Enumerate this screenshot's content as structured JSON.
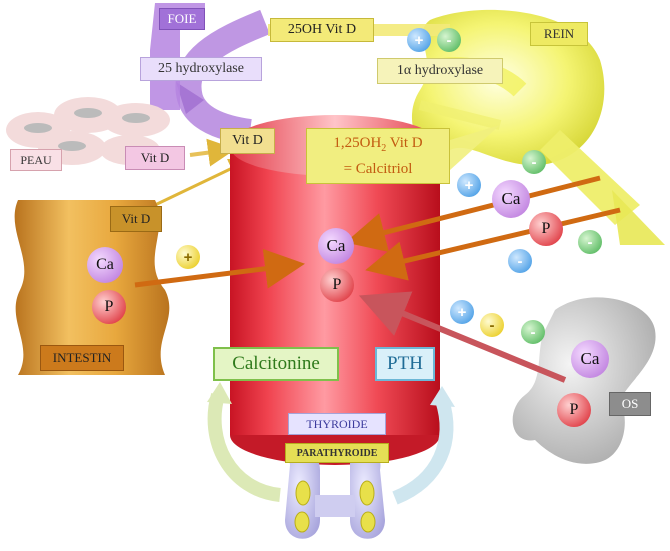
{
  "organs": {
    "foie": "FOIE",
    "rein": "REIN",
    "peau": "PEAU",
    "intestin": "INTESTIN",
    "os": "OS",
    "thyroide": "THYROIDE",
    "parathyroide": "PARATHYROIDE"
  },
  "molecules": {
    "hydroxy_25oh": "25OH Vit D",
    "vitd_peau": "Vit D",
    "vitd_top": "Vit D",
    "vitd_intestin": "Vit D",
    "calcitriol_line1_a": "1,25OH",
    "calcitriol_line1_sub": "2",
    "calcitriol_line1_b": " Vit D",
    "calcitriol_line2": "= Calcitriol"
  },
  "enzymes": {
    "hydroxylase_25": "25 hydroxylase",
    "hydroxylase_1a": "1α hydroxylase"
  },
  "hormones": {
    "calcitonine": "Calcitonine",
    "pth": "PTH"
  },
  "ions": {
    "ca": "Ca",
    "p": "P"
  },
  "signs": {
    "plus": "+",
    "minus": "-"
  },
  "colors": {
    "blood": "#f0434f",
    "liver": "#b07ad8",
    "kidney": "#f1f15e",
    "intestine": "#e3a43a",
    "bone": "#c8c8c8",
    "ca_ball": "#c98ae0",
    "p_ball": "#e0252e",
    "plus_ball": "#2f8fe0",
    "minus_ball": "#4fc25a",
    "plus_yellow": "#f2d23c"
  }
}
